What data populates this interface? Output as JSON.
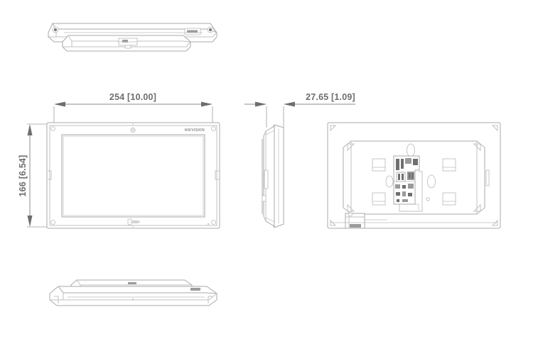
{
  "drawing": {
    "title": "Hikvision indoor station dimensional drawing",
    "background_color": "#ffffff",
    "line_color": "#a9a9a9",
    "dim_color": "#6e6e6e",
    "brand_logo": "HIKVISION"
  },
  "dimensions": {
    "width": {
      "label": "254 [10.00]",
      "value_mm": 254,
      "value_in": 10.0,
      "orientation": "horizontal",
      "applies_to": "front-view-width"
    },
    "height": {
      "label": "166 [6.54]",
      "value_mm": 166,
      "value_in": 6.54,
      "orientation": "vertical",
      "applies_to": "front-view-height"
    },
    "depth": {
      "label": "27.65 [1.09]",
      "value_mm": 27.65,
      "value_in": 1.09,
      "orientation": "horizontal",
      "applies_to": "side-view-thickness"
    }
  },
  "views": {
    "top": {
      "name": "top-view",
      "label": ""
    },
    "front": {
      "name": "front-view",
      "label": ""
    },
    "side": {
      "name": "side-view",
      "label": ""
    },
    "rear": {
      "name": "rear-view",
      "label": ""
    },
    "bottom": {
      "name": "bottom-view",
      "label": ""
    }
  },
  "features": {
    "camera": "camera-lens",
    "microphone": "microphone-indicator",
    "mounting_pads": 4,
    "terminal_board": "pcb-terminal-block",
    "wall_slots": 2,
    "cable_housing": "cable-entry-housing"
  }
}
